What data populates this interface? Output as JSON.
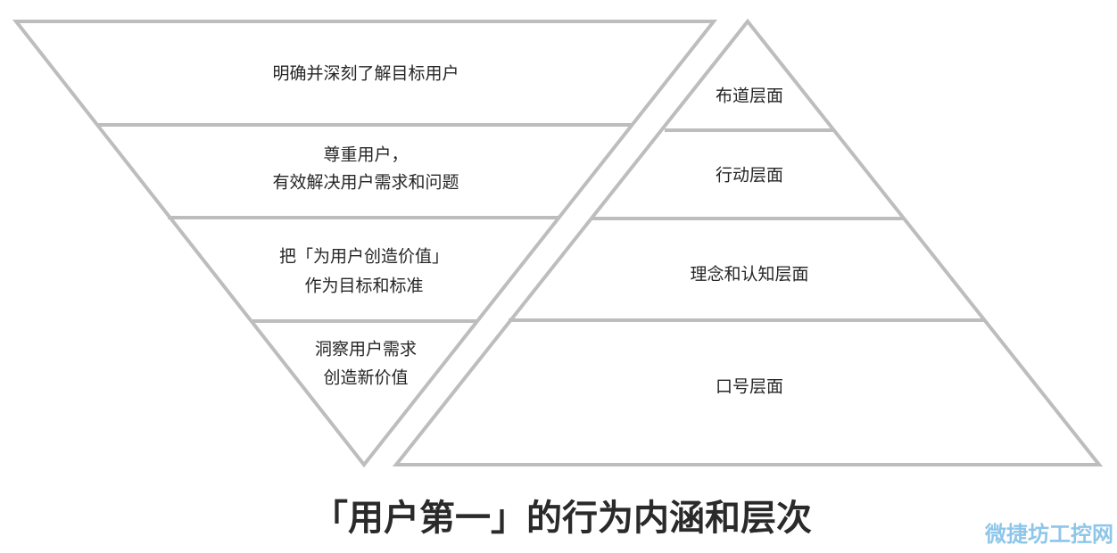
{
  "inverted_triangle": {
    "levels": [
      {
        "lines": [
          "明确并深刻了解目标用户"
        ]
      },
      {
        "lines": [
          "尊重用户，",
          "有效解决用户需求和问题"
        ]
      },
      {
        "lines": [
          "把「为用户创造价值」",
          "作为目标和标准"
        ]
      },
      {
        "lines": [
          "洞察用户需求",
          "创造新价值"
        ]
      }
    ]
  },
  "pyramid": {
    "levels": [
      {
        "label": "布道层面"
      },
      {
        "label": "行动层面"
      },
      {
        "label": "理念和认知层面"
      },
      {
        "label": "口号层面"
      }
    ]
  },
  "caption": "「用户第一」的行为内涵和层次",
  "watermark": "微捷坊工控网"
}
